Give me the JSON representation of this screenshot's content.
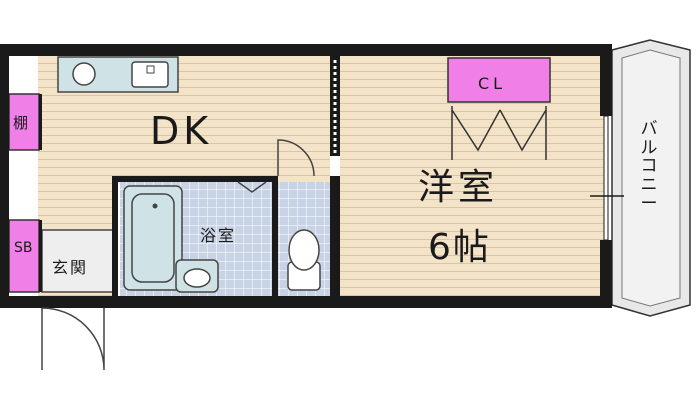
{
  "floor_plan": {
    "rooms": {
      "dk": "DK",
      "western_room": "洋室",
      "western_room_size": "6帖",
      "bathroom": "浴室",
      "entrance": "玄関",
      "closet": "CL",
      "shelf": "棚",
      "shoe_box": "SB",
      "balcony": "バルコニー"
    },
    "colors": {
      "wall": "#1a1a1a",
      "floor_wood": "#f3e3c8",
      "floor_tile": "#c9d3e6",
      "fixture": "#cfe3e6",
      "storage": "#f080e8",
      "balcony": "#e6e6e6"
    }
  }
}
